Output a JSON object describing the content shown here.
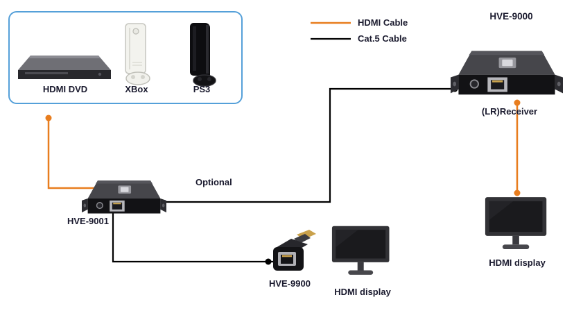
{
  "diagram": {
    "optional_note": "Optional"
  },
  "colors": {
    "hdmi_cable": "#e87d1e",
    "cat5_cable": "#000000",
    "sources_box_border": "#55a0d9",
    "label_text": "#1a1a2e"
  },
  "sources_group": {
    "items": [
      {
        "label": "HDMI DVD",
        "icon": "dvd-player-icon"
      },
      {
        "label": "XBox",
        "icon": "xbox-console-icon"
      },
      {
        "label": "PS3",
        "icon": "ps3-console-icon"
      }
    ]
  },
  "legend": {
    "items": [
      {
        "label": "HDMI Cable",
        "color": "#e87d1e"
      },
      {
        "label": "Cat.5 Cable",
        "color": "#000000"
      }
    ]
  },
  "nodes": {
    "receiver": {
      "title": "HVE-9000",
      "caption": "(LR)Receiver"
    },
    "transmitter": {
      "caption": "HVE-9001"
    },
    "adapter": {
      "caption": "HVE-9900"
    },
    "display_center": {
      "caption": "HDMI display"
    },
    "display_right": {
      "caption": "HDMI display"
    }
  }
}
